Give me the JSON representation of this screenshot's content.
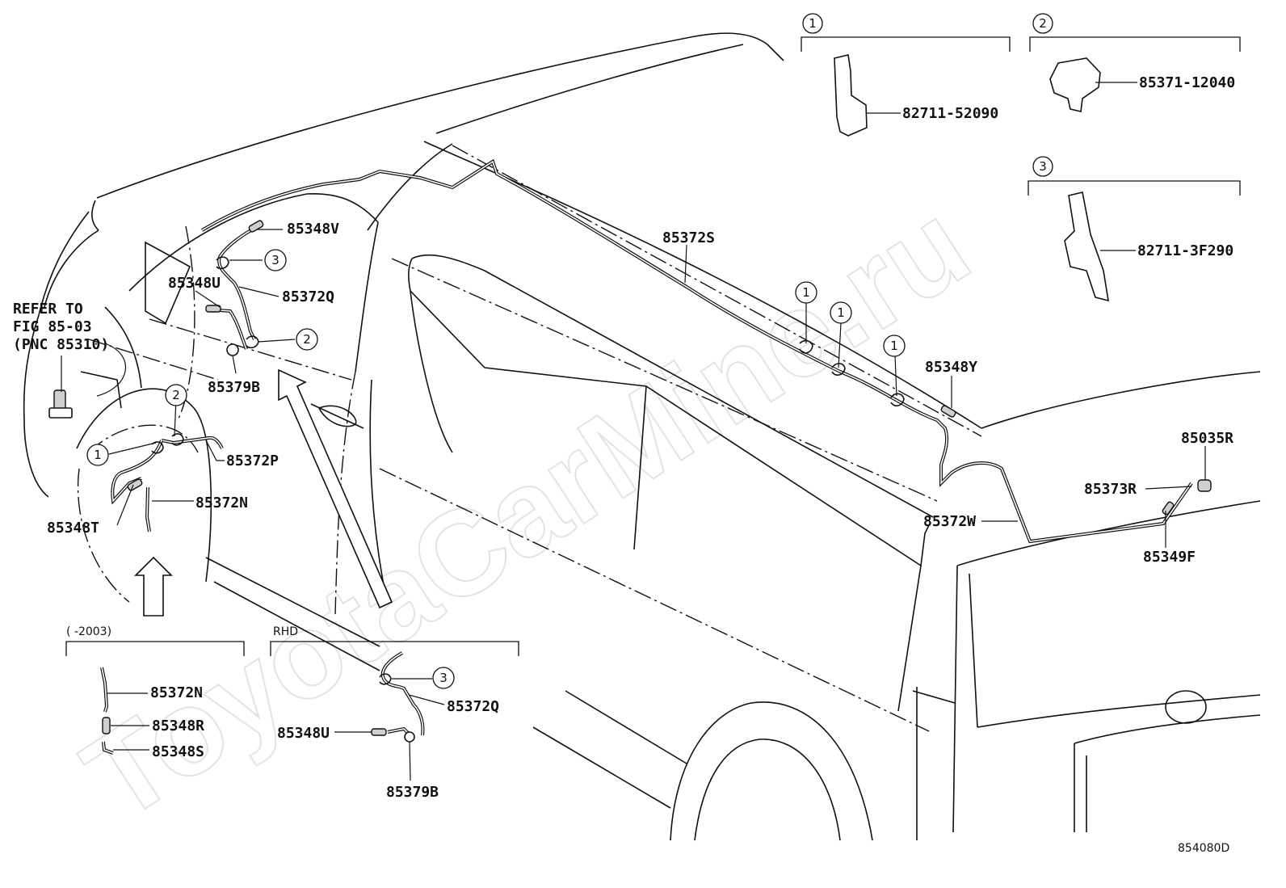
{
  "watermark": "ToyotaCarMine.ru",
  "diagram_code": "854080D",
  "refer_note": [
    "REFER TO",
    "FIG 85-03",
    "(PNC 85310)"
  ],
  "callouts": {
    "c1": "1",
    "c2": "2",
    "c3": "3"
  },
  "parts": {
    "p85348V": "85348V",
    "p85348U": "85348U",
    "p85372Q": "85372Q",
    "p85379B": "85379B",
    "p85372P": "85372P",
    "p85372N": "85372N",
    "p85348T": "85348T",
    "p85372S": "85372S",
    "p85348Y": "85348Y",
    "p85035R": "85035R",
    "p85373R": "85373R",
    "p85372W": "85372W",
    "p85349F": "85349F",
    "p82711_52090": "82711-52090",
    "p85371_12040": "85371-12040",
    "p82711_3F290": "82711-3F290",
    "p85348R": "85348R",
    "p85348S": "85348S"
  },
  "inset_labels": {
    "era": "(      -2003)",
    "rhd": "RHD"
  }
}
